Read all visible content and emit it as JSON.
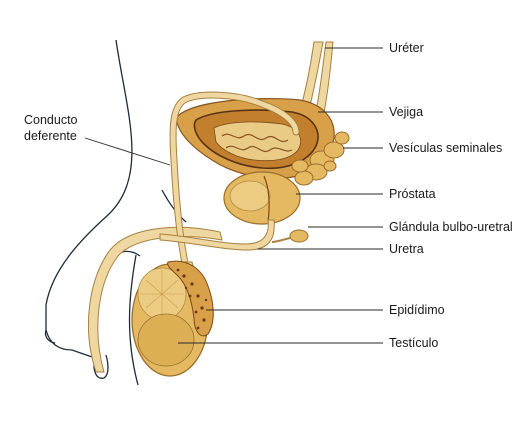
{
  "labels": {
    "ureter": "Uréter",
    "vejiga": "Vejiga",
    "vesiculas": "Vesículas seminales",
    "prostata": "Próstata",
    "bulbouretral": "Glándula bulbo-uretral",
    "uretra": "Uretra",
    "epididimo": "Epidídimo",
    "testiculo": "Testículo",
    "conducto_line1": "Conducto",
    "conducto_line2": "deferente"
  },
  "colors": {
    "outline": "#1e2a3a",
    "duct_fill": "#eed7a0",
    "duct_stroke": "#a8803f",
    "bladder_fill": "#d9a04a",
    "bladder_dark": "#8a5520",
    "organ_fill": "#e5b961",
    "organ_stroke": "#9a6e2c",
    "line": "#2a2a2a"
  }
}
